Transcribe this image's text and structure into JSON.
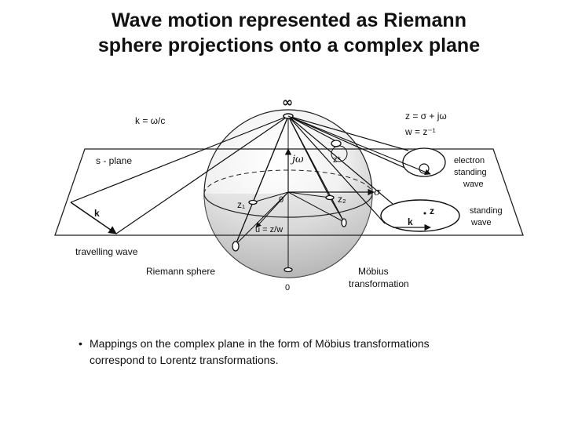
{
  "title": {
    "line1": "Wave motion represented as Riemann",
    "line2": "sphere projections onto a complex plane"
  },
  "diagram": {
    "infinity_label": "∞",
    "k_equation": "k = ω/c",
    "z_equation": "z = σ + jω",
    "w_equation": "w = z⁻¹",
    "s_plane_label": "s - plane",
    "j_omega_label": "jω",
    "z_star_label": "z*",
    "sigma_label": "σ",
    "origin_label": "0",
    "z1_label": "z₁",
    "z2_label": "z₂",
    "u_label": "u = z/w",
    "k_label": "k",
    "travelling_wave_label": "travelling wave",
    "riemann_sphere_label": "Riemann sphere",
    "bottom_zero_label": "0",
    "mobius_line1": "Möbius",
    "mobius_line2": "transformation",
    "electron_line1": "electron",
    "electron_line2": "standing",
    "electron_line3": "wave",
    "standing_line1": "standing",
    "standing_line2": "wave",
    "loop_z_label": "z",
    "loop_k_label": "k"
  },
  "bullet": {
    "symbol": "•",
    "text_line1": "Mappings on the complex plane in the form of Möbius transformations",
    "text_line2": "correspond to Lorentz transformations."
  }
}
